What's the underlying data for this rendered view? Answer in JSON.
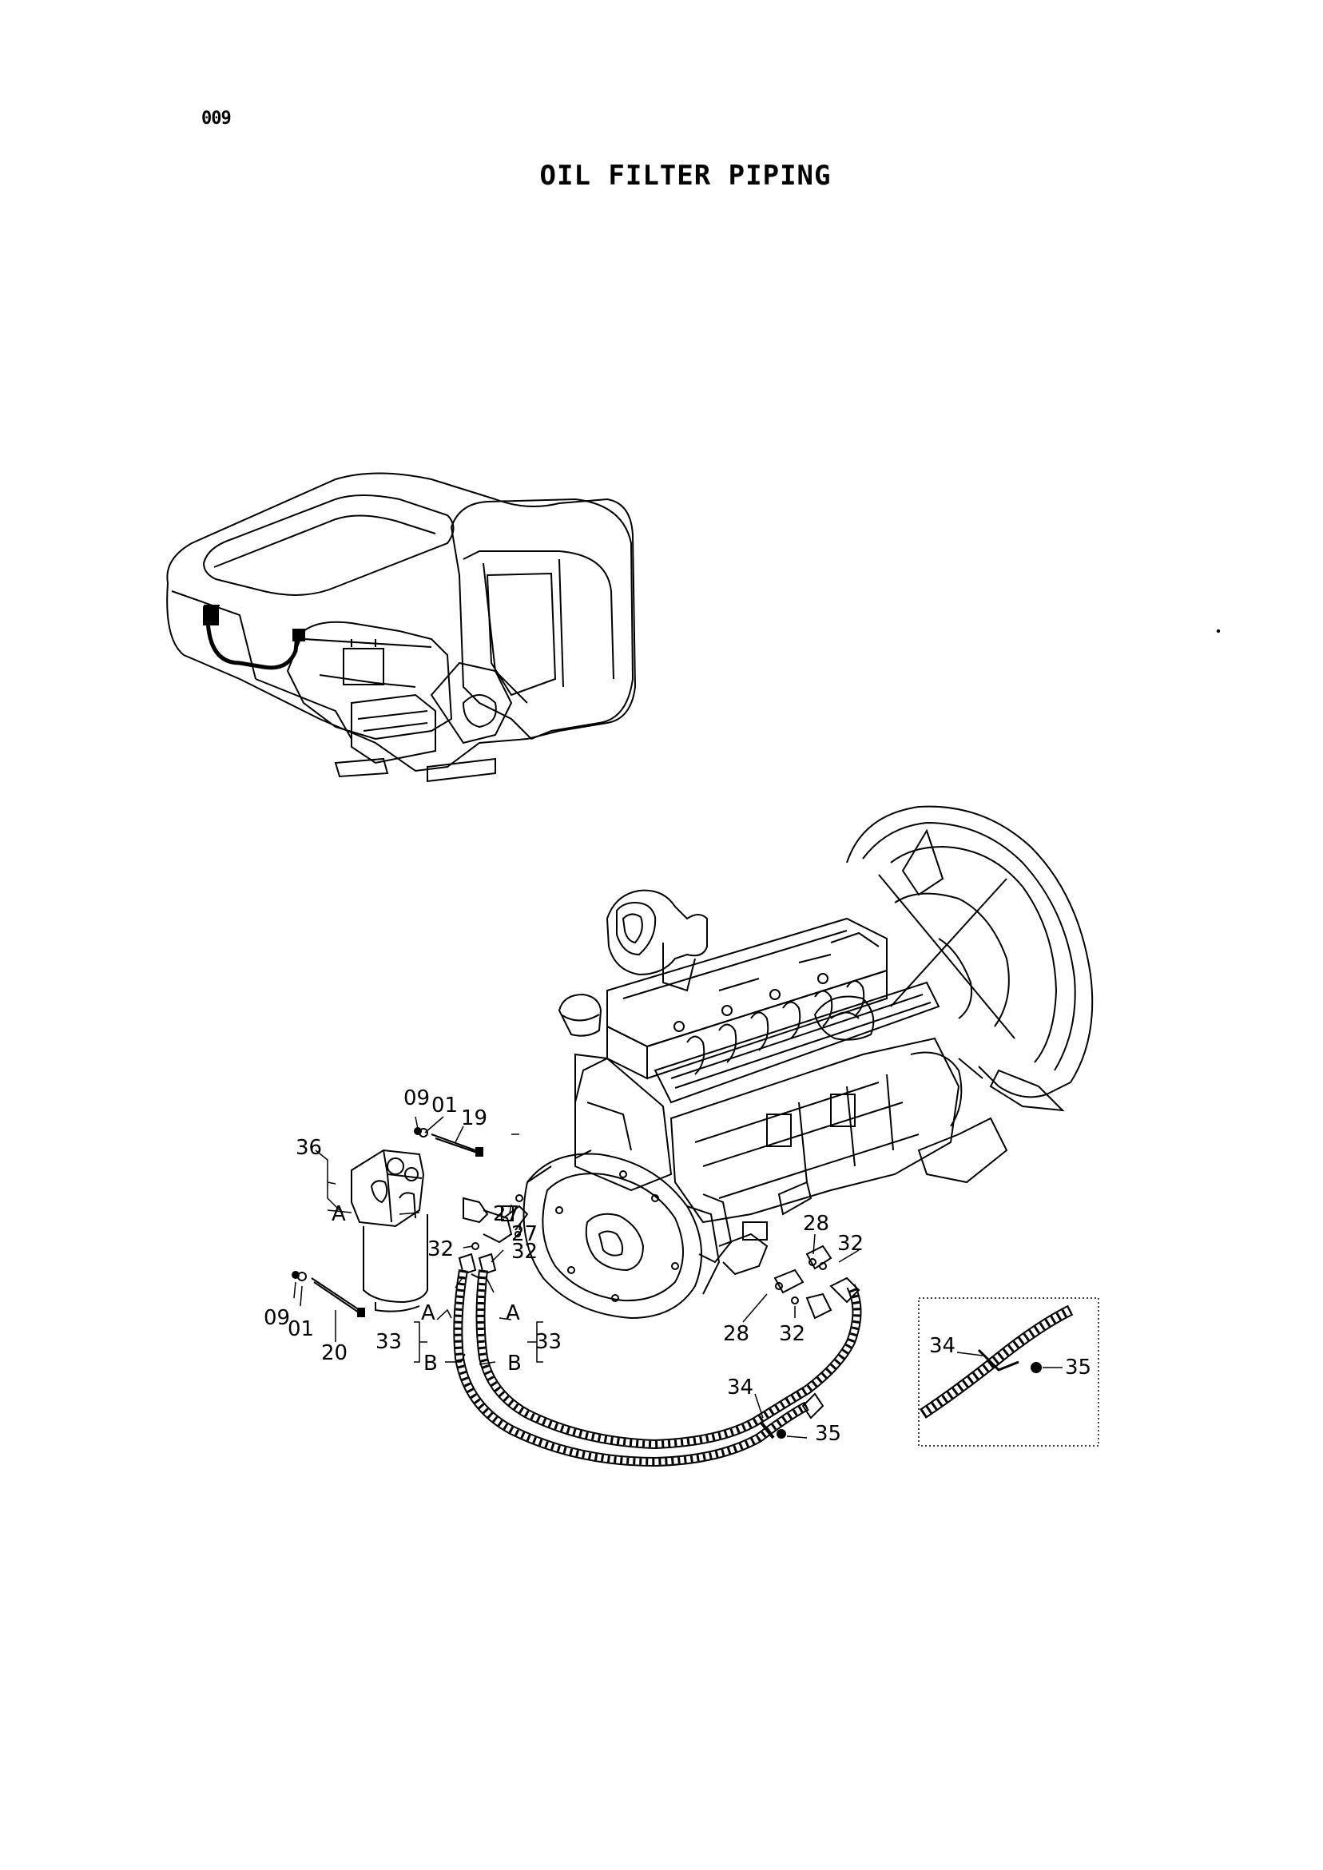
{
  "page": {
    "number": "009",
    "title": "OIL FILTER PIPING"
  },
  "parts": {
    "p09a": "09",
    "p01a": "01",
    "p19": "19",
    "p36": "36",
    "p27a": "27",
    "p27b": "27",
    "p32a": "32",
    "p32b": "32",
    "p28a": "28",
    "p32c": "32",
    "p28b": "28",
    "p32d": "32",
    "p09b": "09",
    "p01b": "01",
    "p20": "20",
    "p33a": "33",
    "p33b": "33",
    "p34a": "34",
    "p35a": "35",
    "p34b": "34",
    "p35b": "35"
  },
  "brackets": {
    "a1": "A",
    "a2": "A",
    "a3": "A",
    "b1": "B",
    "b2": "B"
  }
}
